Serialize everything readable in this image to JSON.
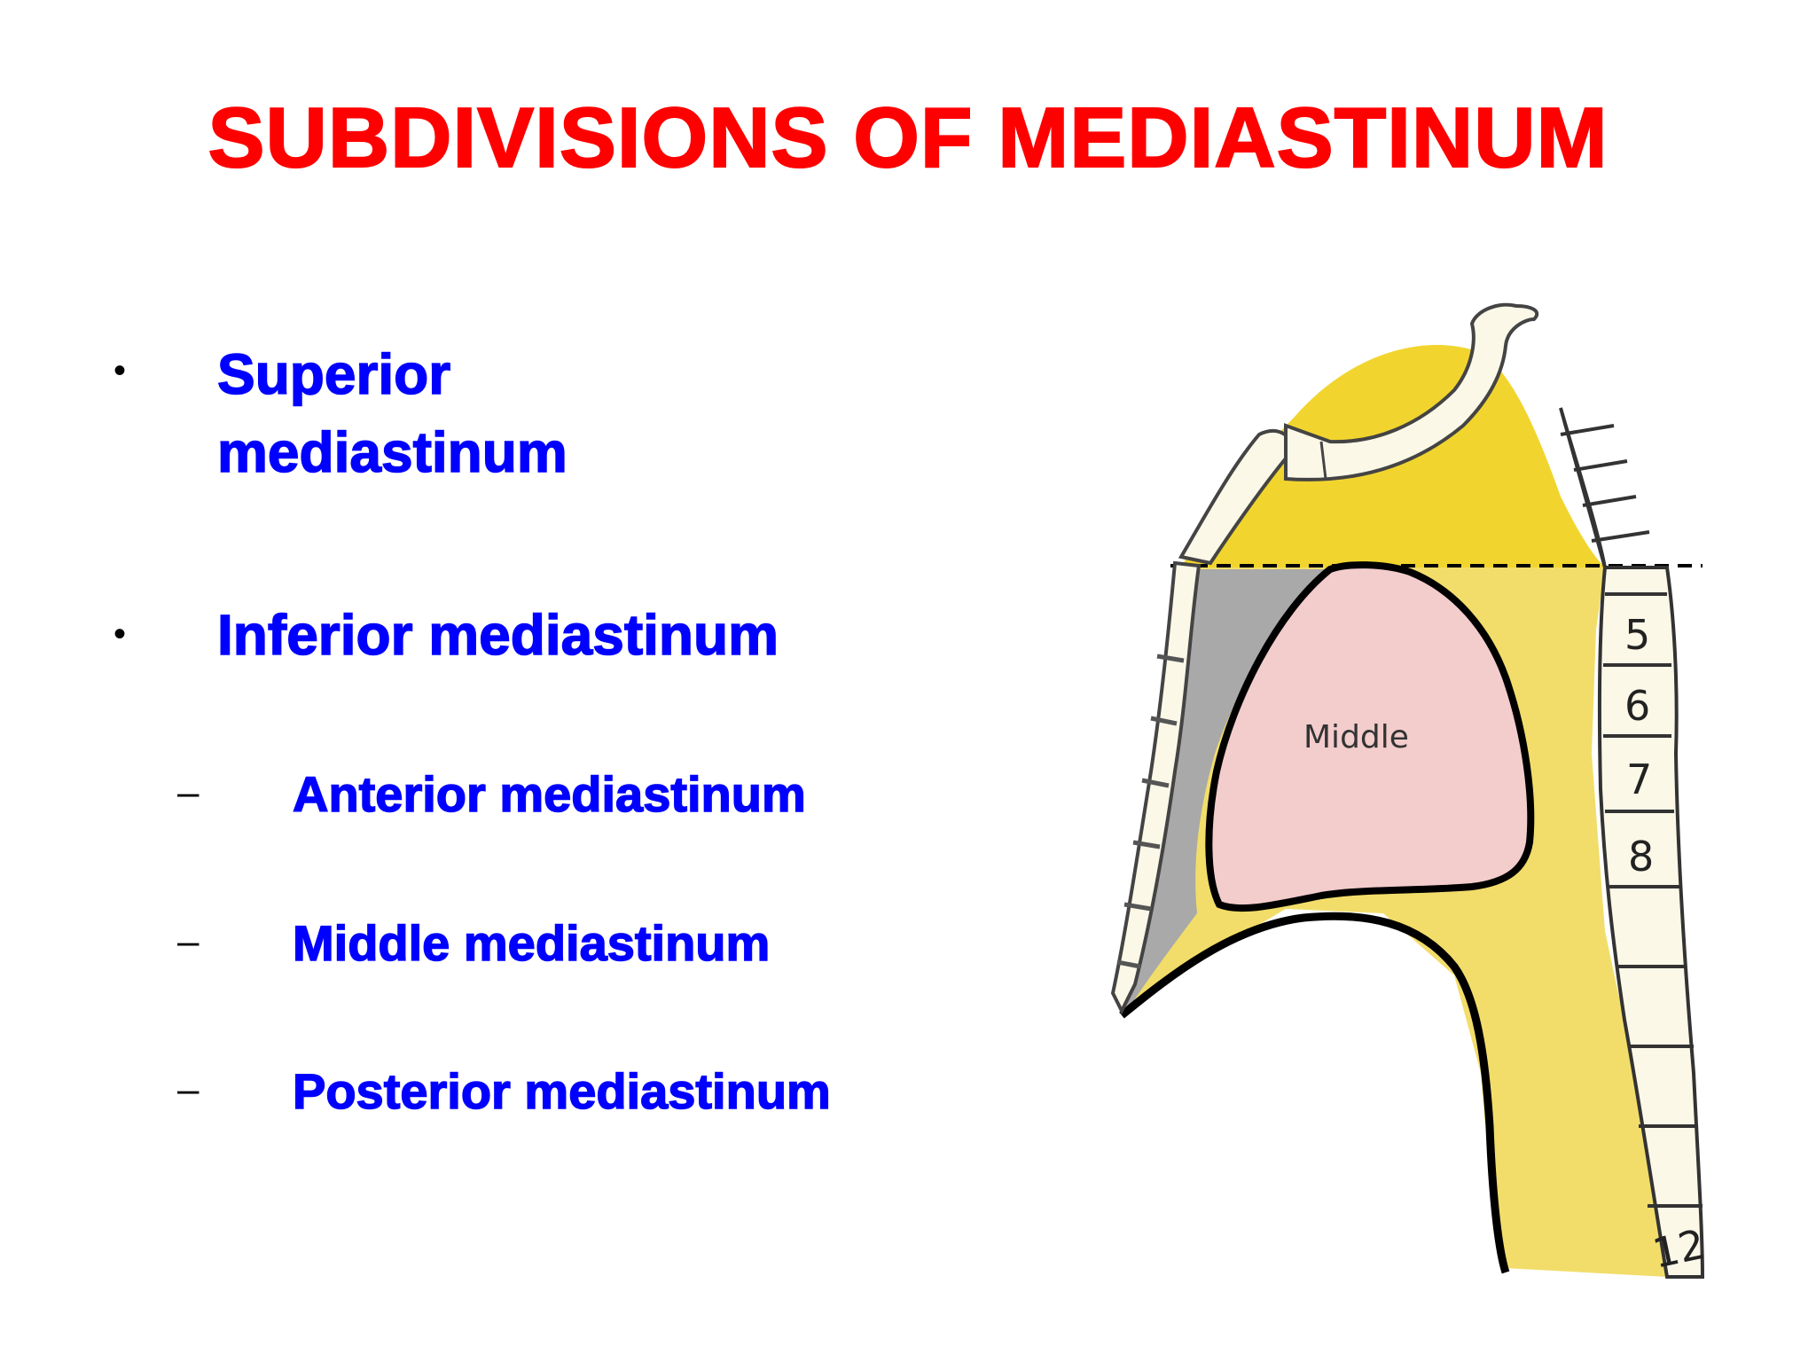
{
  "title": "SUBDIVISIONS OF MEDIASTINUM",
  "outline": {
    "superior": "Superior mediastinum",
    "superior_line1": "Superior",
    "superior_line2": "mediastinum",
    "inferior": "Inferior mediastinum",
    "subitems": [
      "Anterior mediastinum",
      "Middle mediastinum",
      "Posterior mediastinum"
    ]
  },
  "diagram": {
    "middle_label": "Middle",
    "vertebra_labels": [
      "5",
      "6",
      "7",
      "8",
      "12"
    ]
  },
  "colors": {
    "title": "#ff0000",
    "bullets": "#0000ff",
    "superior_region": "#f1d52e",
    "inferior_region": "#f2dd6a",
    "middle_region": "#f3cccc",
    "anterior_region": "#a9a9a9",
    "bone": "#fbf8e8"
  }
}
